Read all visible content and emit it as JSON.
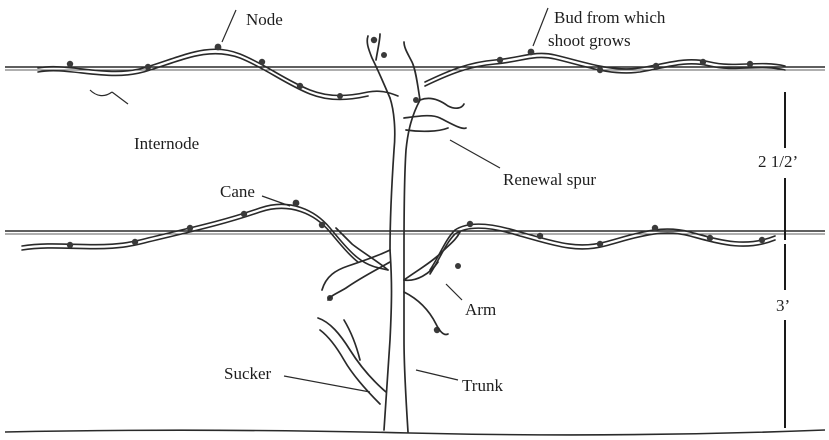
{
  "labels": {
    "node": "Node",
    "bud_line1": "Bud from which",
    "bud_line2": "shoot grows",
    "internode": "Internode",
    "renewal_spur": "Renewal spur",
    "cane": "Cane",
    "arm": "Arm",
    "sucker": "Sucker",
    "trunk": "Trunk",
    "dim_upper": "2 1/2’",
    "dim_lower": "3’"
  },
  "colors": {
    "ink": "#2a2a2a",
    "paper": "#ffffff"
  }
}
